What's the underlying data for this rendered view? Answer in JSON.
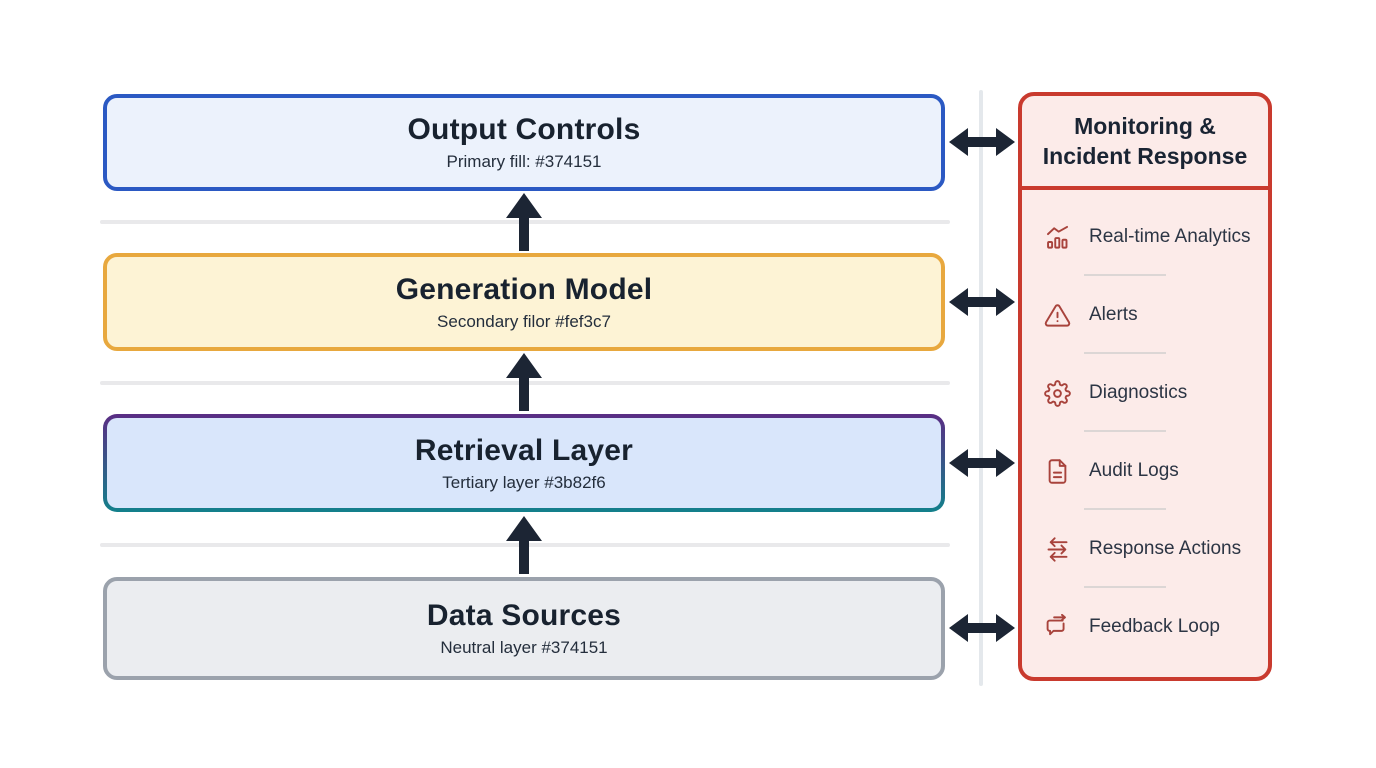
{
  "colors": {
    "background": "#ffffff",
    "arrow": "#1c2534",
    "divider": "#e4e8ec",
    "gap_line": "#e9e9eb",
    "title_text": "#18222f",
    "subtitle_text": "#242e3c",
    "panel_title_text": "#1a2433",
    "item_text": "#2c3544",
    "icon": "#a8433c",
    "item_divider": "#dcd6d5",
    "panel_border": "#c93a2e",
    "panel_fill": "#fcebe9"
  },
  "pipeline": {
    "boxes": [
      {
        "title": "Output Controls",
        "subtitle": "Primary fill: #374151",
        "fill": "#ecf2fc",
        "border": "#2b59c3"
      },
      {
        "title": "Generation Model",
        "subtitle": "Secondary filor #fef3c7",
        "fill": "#fdf3d5",
        "border": "#e8a83e"
      },
      {
        "title": "Retrieval Layer",
        "subtitle": "Tertiary layer #3b82f6",
        "fill": "#d9e6fb",
        "border_top": "#5a2d84",
        "border_bottom": "#13808b"
      },
      {
        "title": "Data Sources",
        "subtitle": "Neutral layer #374151",
        "fill": "#ebedf0",
        "border": "#9ba2ac"
      }
    ]
  },
  "panel": {
    "title_line1": "Monitoring &",
    "title_line2": "Incident Response",
    "items": [
      {
        "icon": "bar-chart-trend-icon",
        "label": "Real-time Analytics"
      },
      {
        "icon": "alert-triangle-icon",
        "label": "Alerts"
      },
      {
        "icon": "gear-icon",
        "label": "Diagnostics"
      },
      {
        "icon": "document-lines-icon",
        "label": "Audit Logs"
      },
      {
        "icon": "swap-arrows-icon",
        "label": "Response Actions"
      },
      {
        "icon": "speech-bubble-arrow-icon",
        "label": "Feedback Loop"
      }
    ]
  }
}
